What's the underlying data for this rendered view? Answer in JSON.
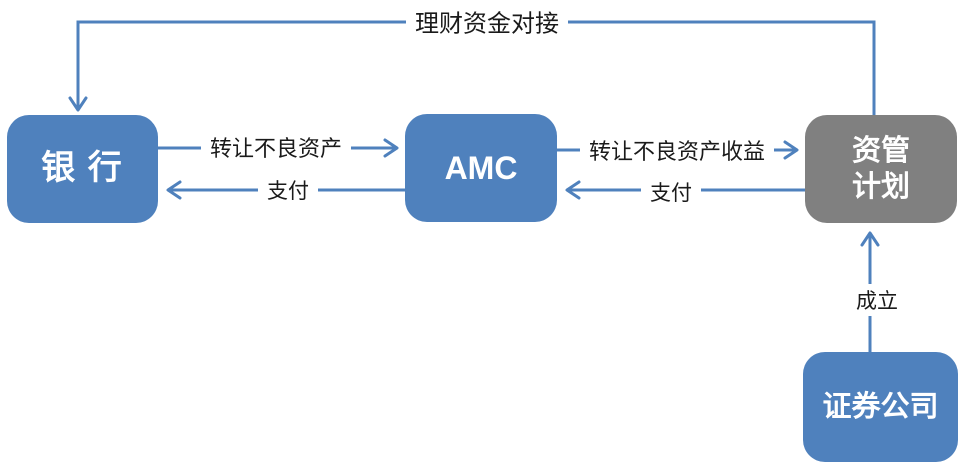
{
  "nodes": {
    "bank": {
      "label": "银 行",
      "color": "#4F81BD",
      "text_color": "#FFFFFF"
    },
    "amc": {
      "label": "AMC",
      "color": "#4F81BD",
      "text_color": "#FFFFFF"
    },
    "asset_plan": {
      "line1": "资管",
      "line2": "计划",
      "color": "#808080",
      "text_color": "#FFFFFF"
    },
    "securities": {
      "label": "证券公司",
      "color": "#4F81BD",
      "text_color": "#FFFFFF"
    }
  },
  "edges": {
    "wealth_link": {
      "label": "理财资金对接",
      "from": "asset_plan",
      "to": "bank"
    },
    "transfer_npa": {
      "label": "转让不良资产",
      "from": "bank",
      "to": "amc"
    },
    "pay_amc_to_bank": {
      "label": "支付",
      "from": "amc",
      "to": "bank"
    },
    "transfer_npa_income": {
      "label": "转让不良资产收益",
      "from": "amc",
      "to": "asset_plan"
    },
    "pay_plan_to_amc": {
      "label": "支付",
      "from": "asset_plan",
      "to": "amc"
    },
    "establish": {
      "label": "成立",
      "from": "securities",
      "to": "asset_plan"
    }
  },
  "colors": {
    "arrow": "#4F81BD",
    "node_blue": "#4F81BD",
    "node_gray": "#808080",
    "background": "#FFFFFF"
  }
}
